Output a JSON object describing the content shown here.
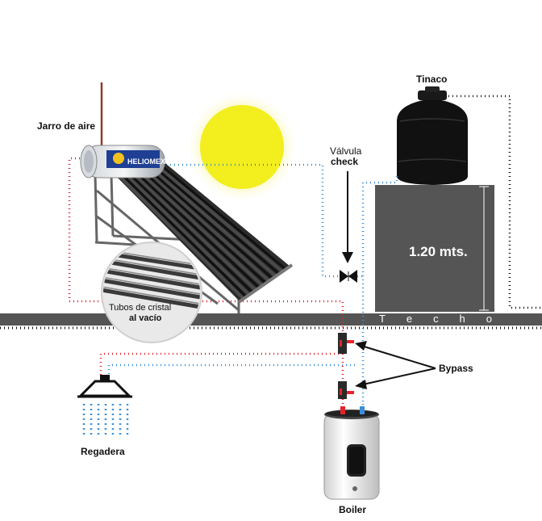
{
  "labels": {
    "jarro": "Jarro de aire",
    "tinaco": "Tinaco",
    "valvula_line1": "Válvula",
    "valvula_line2": "check",
    "altura": "1.20 mts.",
    "techo": [
      "T",
      "e",
      "c",
      "h",
      "o"
    ],
    "tubos_line1": "Tubos de cristal",
    "tubos_line2": "al vacío",
    "bypass": "Bypass",
    "regadera": "Regadera",
    "boiler": "Boiler",
    "brand": "HELIOMEX"
  },
  "colors": {
    "hot_line": "#e5232b",
    "cold_line": "#3a8fd8",
    "return_line": "#111111",
    "roof": "#555555",
    "sun": "#f3ef1e",
    "stand": "#5a5a5a",
    "tank": "#111111"
  }
}
